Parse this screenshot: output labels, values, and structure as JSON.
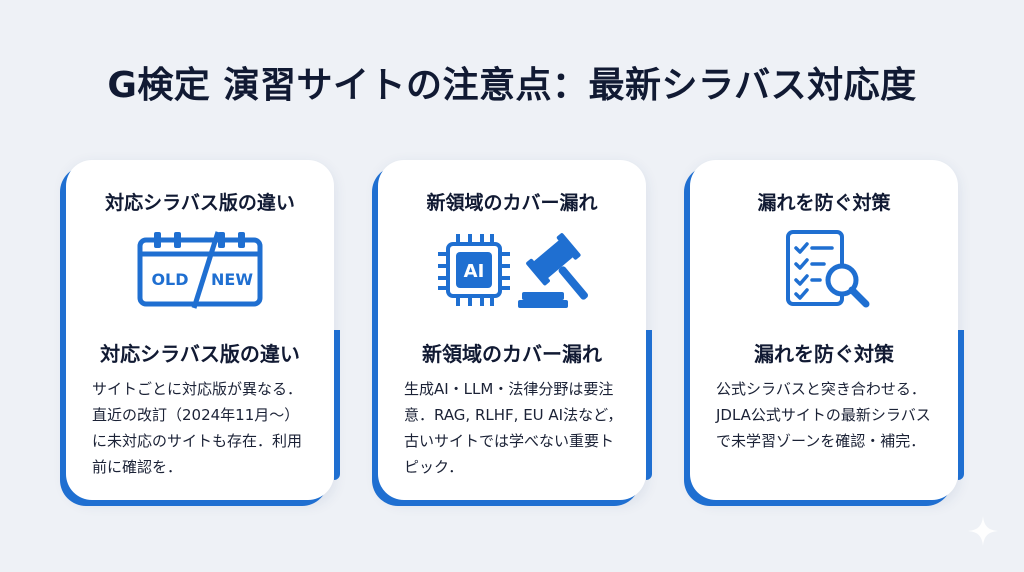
{
  "title": "G検定 演習サイトの注意点：最新シラバス対応度",
  "cards": [
    {
      "heading": "対応シラバス版の違い",
      "icon": "calendar-old-new-icon",
      "icon_text_left": "OLD",
      "icon_text_right": "NEW",
      "subheading": "対応シラバス版の違い",
      "body": "サイトごとに対応版が異なる．直近の改訂（2024年11月〜）に未対応のサイトも存在．利用前に確認を．"
    },
    {
      "heading": "新領域のカバー漏れ",
      "icon": "ai-chip-gavel-icon",
      "icon_text": "AI",
      "subheading": "新領域のカバー漏れ",
      "body": "生成AI・LLM・法律分野は要注意．RAG, RLHF, EU AI法など，古いサイトでは学べない重要トピック．"
    },
    {
      "heading": "漏れを防ぐ対策",
      "icon": "checklist-magnifier-icon",
      "subheading": "漏れを防ぐ対策",
      "body": "公式シラバスと突き合わせる．JDLA公式サイトの最新シラバスで未学習ゾーンを確認・補完．"
    }
  ],
  "colors": {
    "accent": "#1f6fd1",
    "background": "#eef1f6",
    "card": "#ffffff",
    "text": "#111a33"
  }
}
